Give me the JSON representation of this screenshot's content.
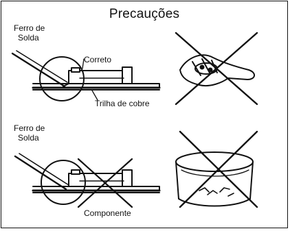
{
  "title": "Precauções",
  "panels": {
    "correct": {
      "tool_label_line1": "Ferro de",
      "tool_label_line2": "Solda",
      "status_label": "Correto",
      "track_label": "Trilha de cobre"
    },
    "wrong": {
      "tool_label_line1": "Ferro de",
      "tool_label_line2": "Solda",
      "component_label": "Componente"
    }
  },
  "icons": [
    "soldering-iron-icon",
    "hand-touching-board-icon",
    "container-with-screws-icon",
    "cross-out-icon"
  ]
}
